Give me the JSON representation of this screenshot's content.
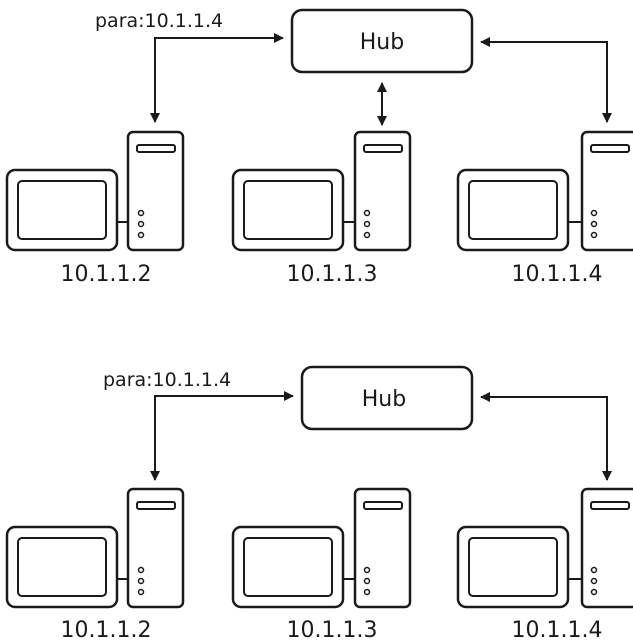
{
  "panels": [
    {
      "sender_label": "para:10.1.1.4",
      "hub_label": "Hub",
      "computers": [
        {
          "ip": "10.1.1.2",
          "connected": true,
          "bidirectional": false
        },
        {
          "ip": "10.1.1.3",
          "connected": true,
          "bidirectional": true
        },
        {
          "ip": "10.1.1.4",
          "connected": true,
          "bidirectional": false
        }
      ]
    },
    {
      "sender_label": "para:10.1.1.4",
      "hub_label": "Hub",
      "computers": [
        {
          "ip": "10.1.1.2",
          "connected": true,
          "bidirectional": false
        },
        {
          "ip": "10.1.1.3",
          "connected": false,
          "bidirectional": false
        },
        {
          "ip": "10.1.1.4",
          "connected": true,
          "bidirectional": false
        }
      ]
    }
  ],
  "colors": {
    "stroke": "#1a1a1a",
    "fill": "#ffffff"
  }
}
